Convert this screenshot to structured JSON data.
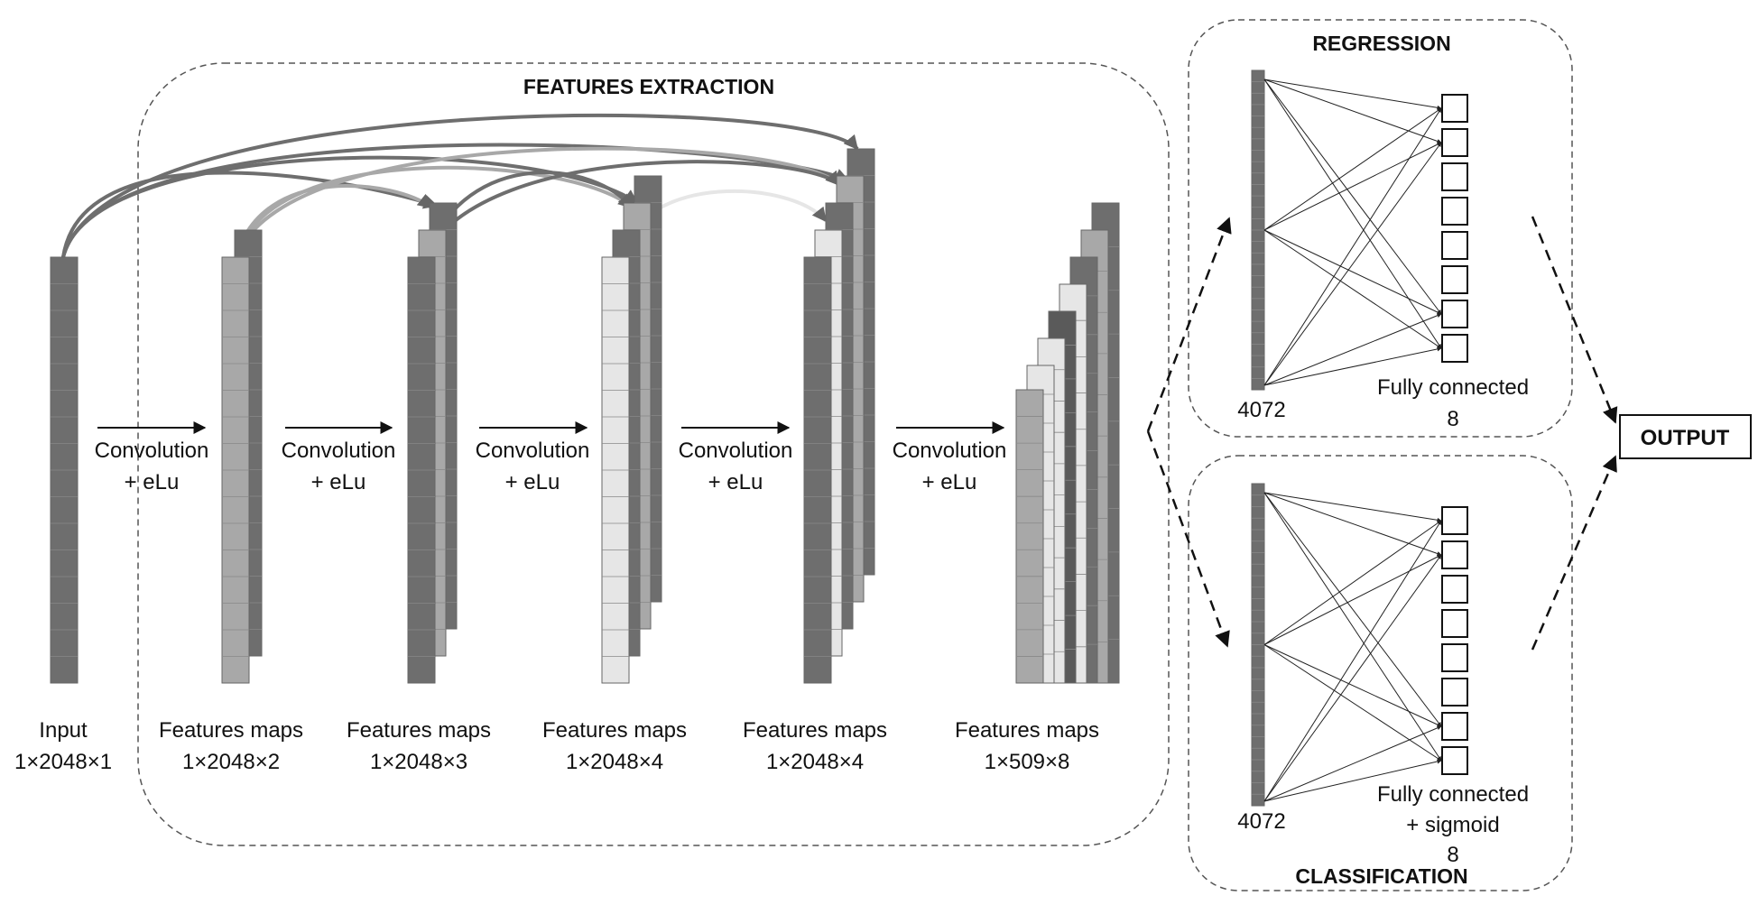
{
  "features_extraction": {
    "title": "FEATURES EXTRACTION",
    "stages": [
      {
        "name": "Input",
        "dims": "1×2048×1"
      },
      {
        "name": "Features maps",
        "dims": "1×2048×2"
      },
      {
        "name": "Features maps",
        "dims": "1×2048×3"
      },
      {
        "name": "Features maps",
        "dims": "1×2048×4"
      },
      {
        "name": "Features maps",
        "dims": "1×2048×4"
      },
      {
        "name": "Features maps",
        "dims": "1×509×8"
      }
    ],
    "operations": [
      {
        "line1": "Convolution",
        "line2": "+ eLu"
      },
      {
        "line1": "Convolution",
        "line2": "+ eLu"
      },
      {
        "line1": "Convolution",
        "line2": "+ eLu"
      },
      {
        "line1": "Convolution",
        "line2": "+ eLu"
      },
      {
        "line1": "Convolution",
        "line2": "+ eLu"
      }
    ]
  },
  "regression": {
    "title": "REGRESSION",
    "input_size": "4072",
    "layer_line1": "Fully connected",
    "layer_line2": "8"
  },
  "classification": {
    "title": "CLASSIFICATION",
    "input_size": "4072",
    "layer_line1": "Fully connected",
    "layer_line2": "+ sigmoid",
    "layer_line3": "8"
  },
  "output": {
    "label": "OUTPUT"
  },
  "colors": {
    "dark": "#6e6e6e",
    "mid": "#a8a8a8",
    "light": "#e6e6e6",
    "darker": "#5a5a5a",
    "border": "#555555"
  }
}
